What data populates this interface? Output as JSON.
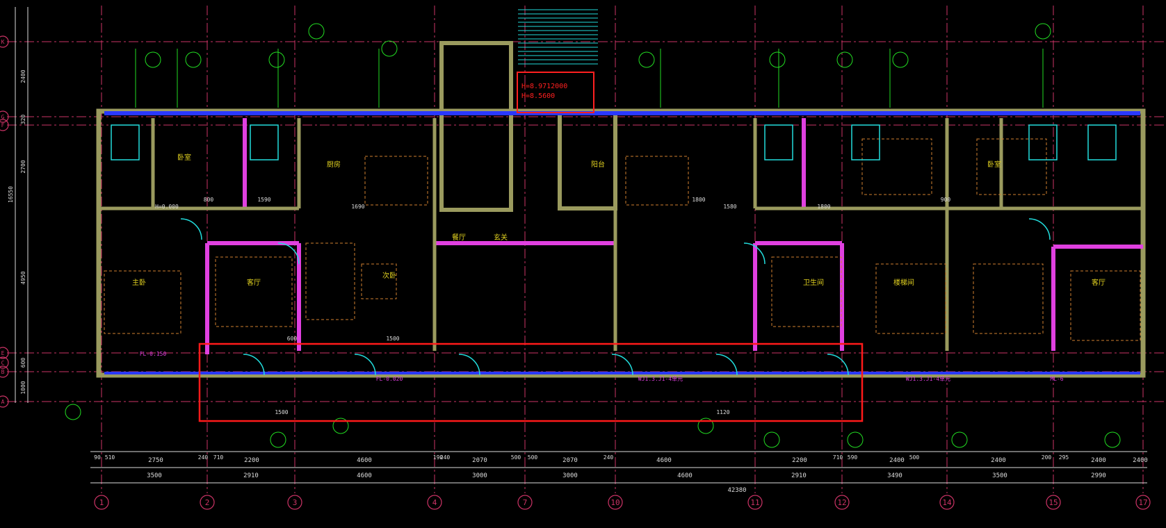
{
  "colors": {
    "background": "#000000",
    "wall": "#9a9a5e",
    "magenta": "#e040e0",
    "green": "#22dd22",
    "cyan": "#22dddd",
    "red": "#ff2020",
    "yellow": "#e0d020",
    "orange": "#d08030",
    "grid_line": "#cc3366",
    "dim": "#dddddd",
    "selection": "#ff1a1a"
  },
  "grid_axes": {
    "bottom_labels": [
      "1",
      "2",
      "3",
      "4",
      "7",
      "10",
      "11",
      "12",
      "14",
      "15",
      "17"
    ],
    "left_labels": [
      "K",
      "G",
      "F",
      "E",
      "C",
      "B",
      "A"
    ]
  },
  "dimensions": {
    "row1": [
      "2750",
      "2200",
      "4600",
      "2070",
      "2070",
      "4600",
      "2200",
      "2400",
      "2400",
      "2400",
      "2400"
    ],
    "row2": [
      "3500",
      "2910",
      "4600",
      "3000",
      "3000",
      "4600",
      "2910",
      "3490",
      "3500",
      "2990"
    ],
    "total": "42380",
    "left_vertical": [
      "2400",
      "320",
      "2700",
      "4950",
      "600",
      "1000"
    ],
    "left_total": "16550",
    "partial": [
      "90",
      "510",
      "240",
      "710",
      "190",
      "240",
      "500",
      "500",
      "240",
      "710",
      "590",
      "500",
      "200",
      "295"
    ]
  },
  "elevations": {
    "stair_top": "H=8.9712000",
    "stair_bottom": "H=8.5600"
  },
  "selection_box": {
    "label": "selected-balcony-region"
  },
  "room_labels": [
    "卧室",
    "客厅",
    "厨房",
    "主卧",
    "次卧",
    "餐厅",
    "玄关",
    "阳台",
    "卫生间",
    "楼梯间"
  ],
  "annotations": [
    "FL-0.150",
    "FL-0.020",
    "WJ1.3.J1-4单元",
    "WJ1.3.J1-4单元",
    "ML-6",
    "H=0.000",
    "1590",
    "1690",
    "1580",
    "1800",
    "1500",
    "1120",
    "800",
    "1800",
    "900",
    "600",
    "1500"
  ]
}
